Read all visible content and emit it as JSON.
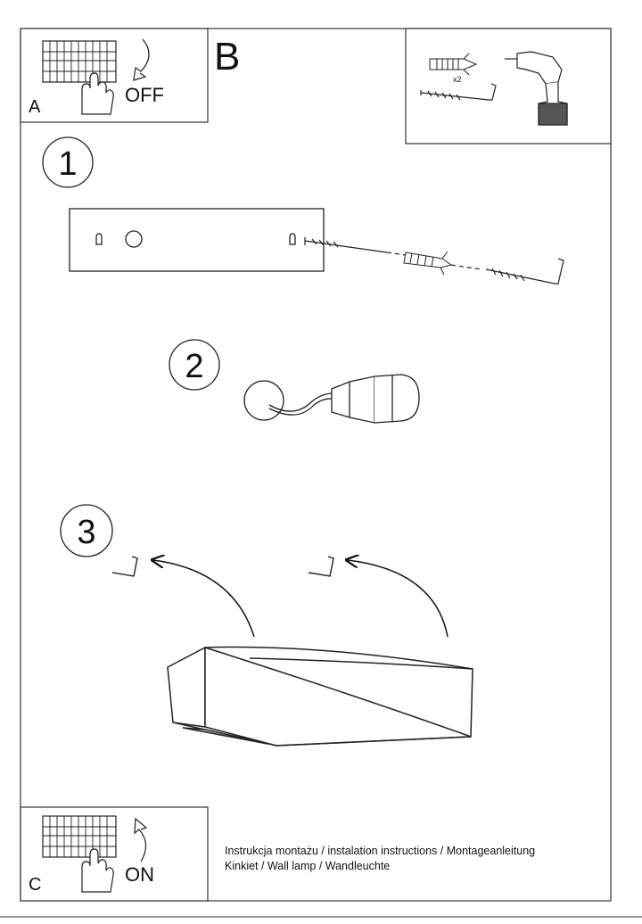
{
  "panel_a": {
    "letter": "A",
    "switch_label": "OFF"
  },
  "panel_b": {
    "letter": "B",
    "quantity": "x2"
  },
  "panel_c": {
    "letter": "C",
    "switch_label": "ON"
  },
  "steps": [
    {
      "number": "1"
    },
    {
      "number": "2"
    },
    {
      "number": "3"
    }
  ],
  "footer": {
    "line1": "Instrukcja montażu / instalation instructions / Montageanleitung",
    "line2": "Kinkiet / Wall lamp / Wandleuchte"
  },
  "icons": [
    "breaker-panel-icon",
    "hand-icon",
    "arrow-down-icon",
    "arrow-up-icon",
    "wall-plug-icon",
    "screw-icon",
    "hook-screw-icon",
    "drill-icon"
  ]
}
